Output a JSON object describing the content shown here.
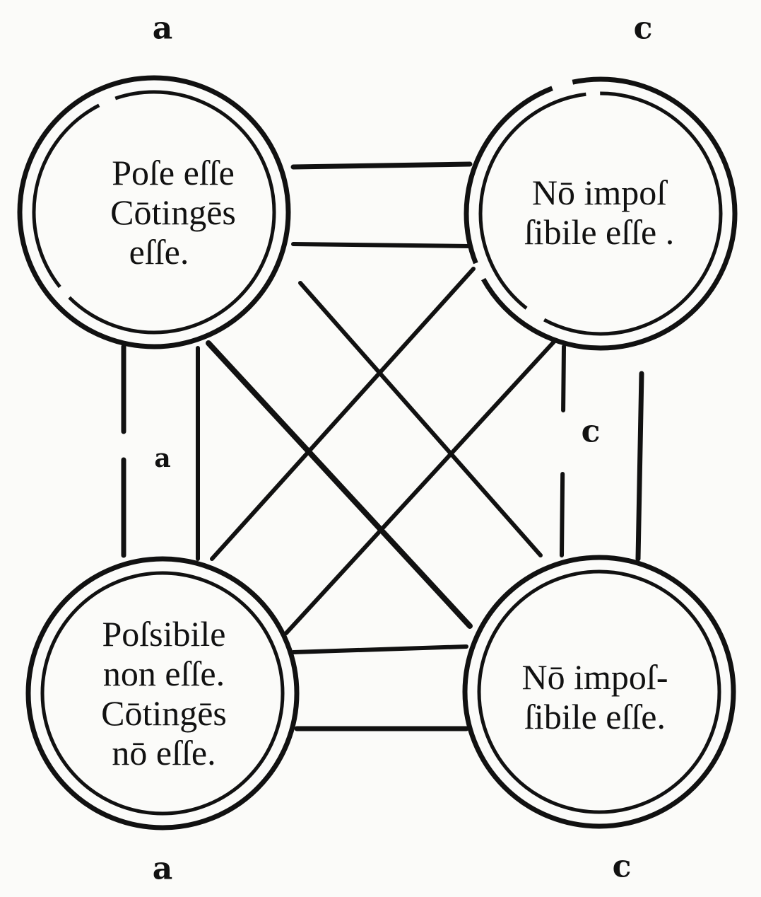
{
  "corner_labels": {
    "top_left": "a",
    "top_right": "c",
    "left_middle": "a",
    "right_middle": "c",
    "bottom_left": "a",
    "bottom_right": "c"
  },
  "nodes": {
    "top_left": [
      "Poſe eſſe",
      "Cōtingēs",
      "eſſe."
    ],
    "top_right": [
      "Nō impoſ",
      "ſibile eſſe ."
    ],
    "bottom_left": [
      "Poſsibile",
      "non eſſe.",
      "Cōtingēs",
      "nō eſſe."
    ],
    "bottom_right": [
      "Nō impoſ-",
      "ſibile eſſe."
    ]
  },
  "colors": {
    "ink": "#111111",
    "paper": "#fbfbf9"
  }
}
